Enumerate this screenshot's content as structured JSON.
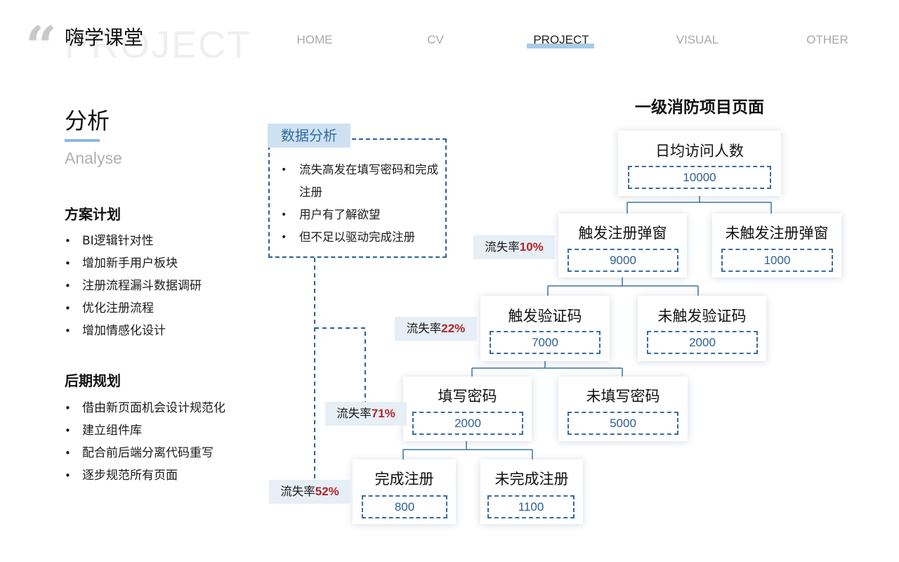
{
  "header": {
    "brand": "嗨学课堂",
    "bg_word": "PROJECT",
    "nav": [
      {
        "label": "HOME"
      },
      {
        "label": "CV"
      },
      {
        "label": "PROJECT",
        "active": true
      },
      {
        "label": "VISUAL"
      },
      {
        "label": "OTHER"
      }
    ]
  },
  "section": {
    "title": "分析",
    "subtitle": "Analyse"
  },
  "plan": {
    "title": "方案计划",
    "items": [
      "BI逻辑针对性",
      "增加新手用户板块",
      "注册流程漏斗数据调研",
      "优化注册流程",
      "增加情感化设计"
    ]
  },
  "later": {
    "title": "后期规划",
    "items": [
      "借由新页面机会设计规范化",
      "建立组件库",
      "配合前后端分离代码重写",
      "逐步规范所有页面"
    ]
  },
  "data_analysis": {
    "label": "数据分析",
    "items": [
      "流失高发在填写密码和完成注册",
      "用户有了解欲望",
      "但不足以驱动完成注册"
    ]
  },
  "tree": {
    "title": "一级消防项目页面",
    "nodes": {
      "daily": {
        "label": "日均访问人数",
        "value": "10000"
      },
      "trigger_popup": {
        "label": "触发注册弹窗",
        "value": "9000"
      },
      "no_popup": {
        "label": "未触发注册弹窗",
        "value": "1000"
      },
      "trigger_code": {
        "label": "触发验证码",
        "value": "7000"
      },
      "no_code": {
        "label": "未触发验证码",
        "value": "2000"
      },
      "fill_pwd": {
        "label": "填写密码",
        "value": "2000"
      },
      "no_pwd": {
        "label": "未填写密码",
        "value": "5000"
      },
      "done": {
        "label": "完成注册",
        "value": "800"
      },
      "not_done": {
        "label": "未完成注册",
        "value": "1100"
      }
    },
    "rates": [
      {
        "prefix": "流失率",
        "pct": "10%"
      },
      {
        "prefix": "流失率",
        "pct": "22%"
      },
      {
        "prefix": "流失率",
        "pct": "71%"
      },
      {
        "prefix": "流失率",
        "pct": "52%"
      }
    ]
  },
  "colors": {
    "accent": "#2e6096",
    "loss": "#b3242b",
    "tag_bg": "#e6eef6",
    "label_bg": "#cfe1f1"
  }
}
